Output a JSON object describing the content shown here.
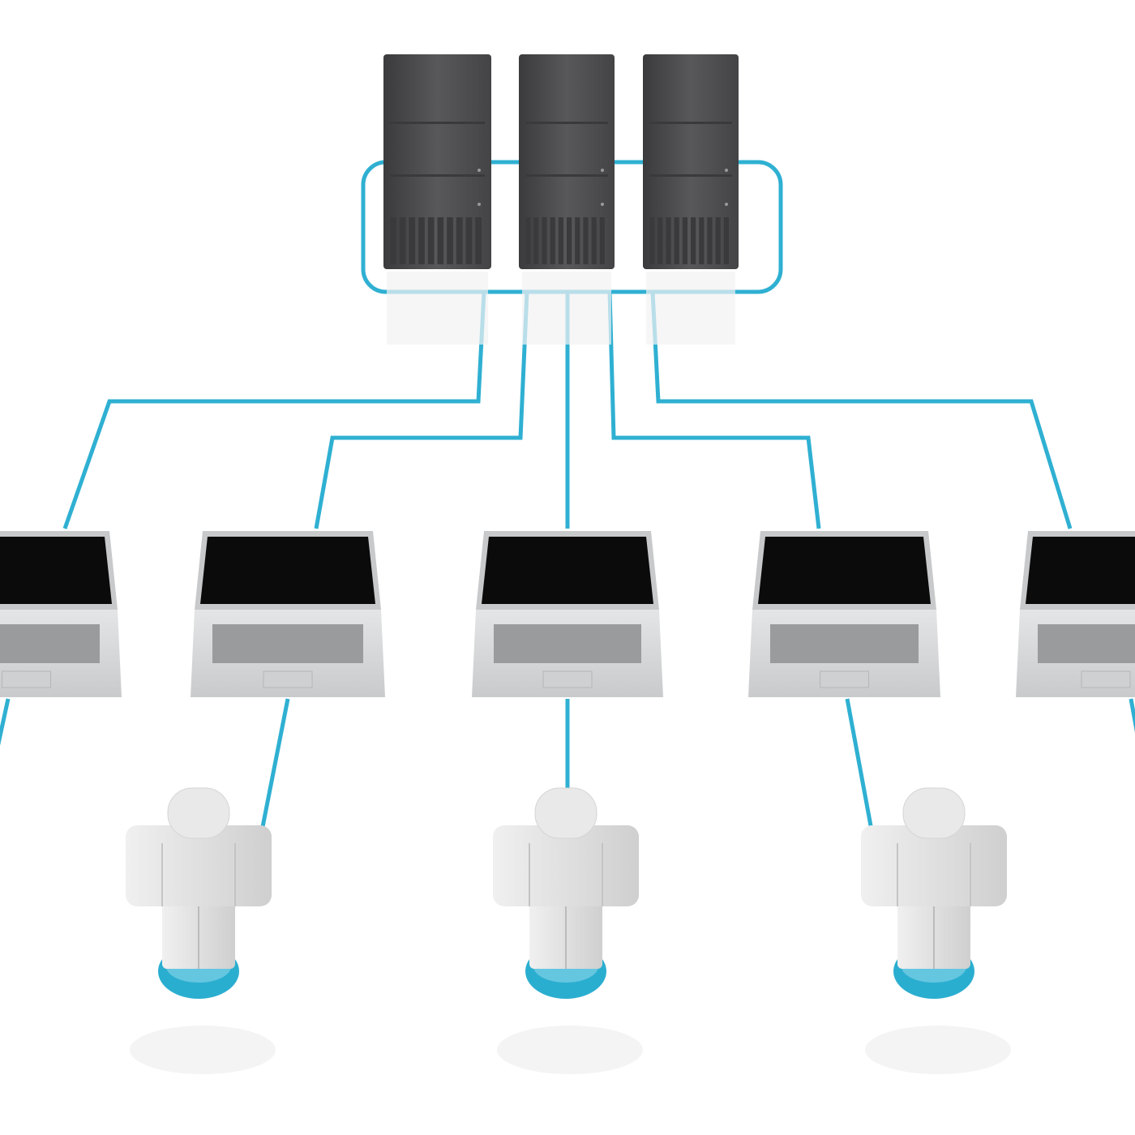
{
  "diagram": {
    "type": "client-server network",
    "nodes": {
      "servers": 3,
      "laptops": 5,
      "users": 3
    },
    "icons": [
      "server-icon",
      "laptop-icon",
      "user-figure-icon"
    ]
  },
  "colors": {
    "cable": "#2fb0d2",
    "server": "#4f4f51",
    "server_dark": "#3a3a3c",
    "screen": "#0b0b0b",
    "laptop_body": "#d8d9db",
    "figure": "#e6e6e6",
    "base": "#2aaed0"
  }
}
